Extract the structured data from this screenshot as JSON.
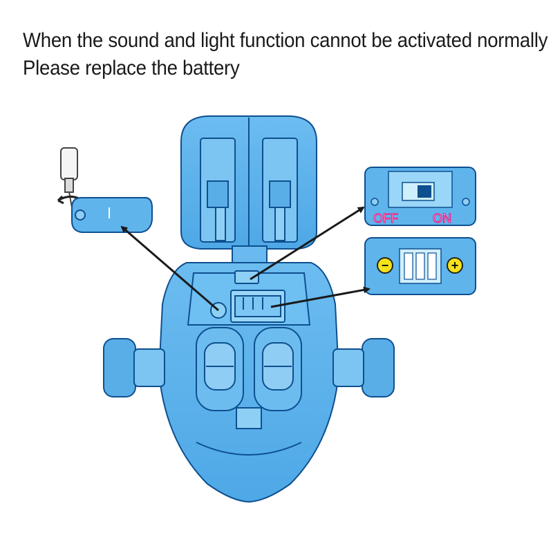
{
  "instructions": {
    "line1": "When the sound and light function cannot be activated normally",
    "line2": "Please replace the battery"
  },
  "switch_panel": {
    "off_label": "OFF",
    "on_label": "ON",
    "label_color": "#e8208a"
  },
  "battery_panel": {
    "minus_symbol": "−",
    "plus_symbol": "+",
    "terminal_color": "#f4e21a"
  },
  "colors": {
    "robot_fill": "#5fb4ec",
    "robot_light": "#8fcdf4",
    "robot_outline": "#0e4f8f",
    "arrow": "#1a1a1a"
  },
  "icons": {
    "screwdriver": "screwdriver-icon",
    "battery_cover": "battery-cover-icon",
    "robot": "robot-icon"
  }
}
